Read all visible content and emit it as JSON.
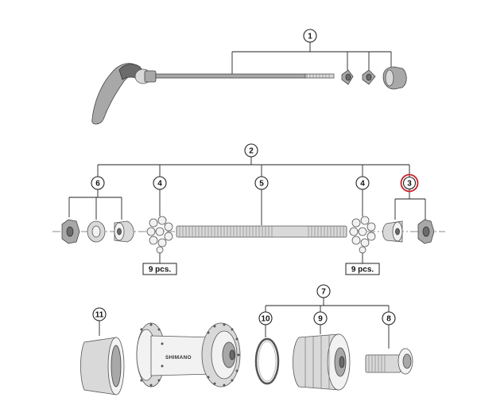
{
  "callouts": {
    "c1": "1",
    "c2": "2",
    "c3": "3",
    "c4a": "4",
    "c4b": "4",
    "c5": "5",
    "c6": "6",
    "c7": "7",
    "c8": "8",
    "c9": "9",
    "c10": "10",
    "c11": "11"
  },
  "quantity_labels": {
    "left": "9 pcs.",
    "right": "9 pcs."
  },
  "brand": "SHIMANO",
  "colors": {
    "highlight": "#cc1f2a",
    "ink": "#222222"
  }
}
